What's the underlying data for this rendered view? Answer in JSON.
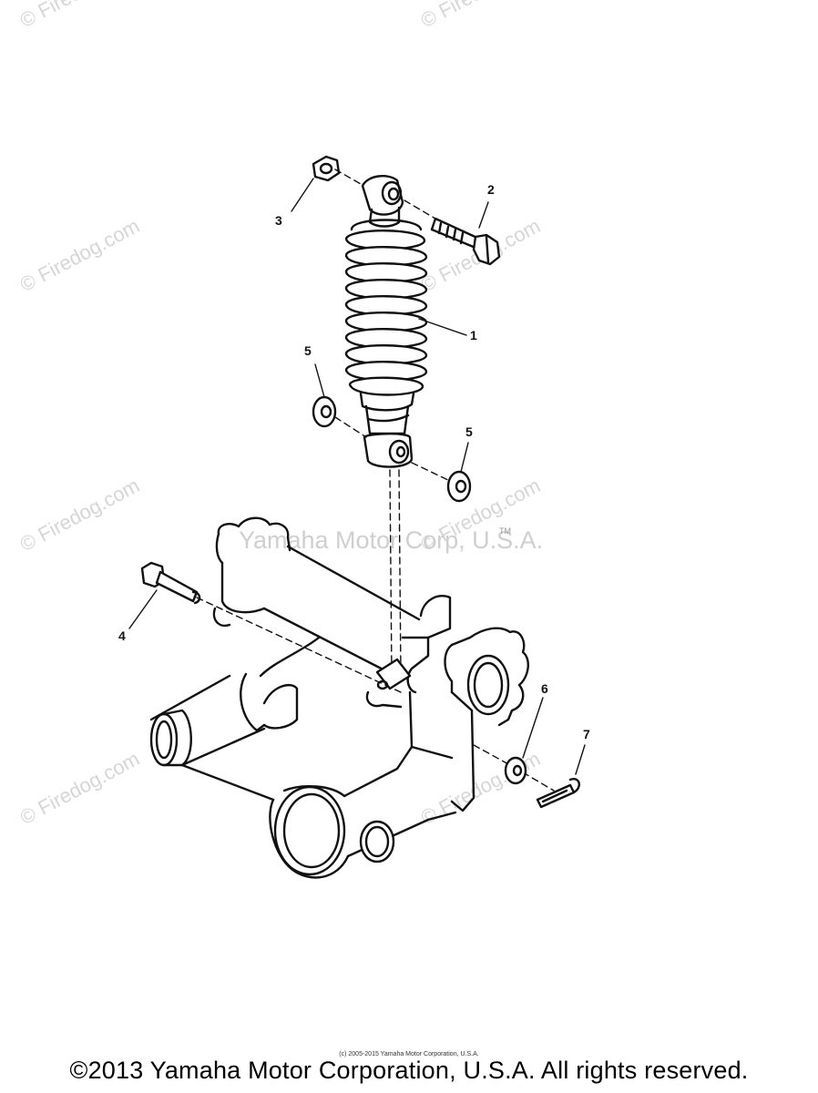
{
  "watermarks": {
    "firedog": "© Firedog.com",
    "corp": "Yamaha Motor Corp, U.S.A.",
    "tm": "TM"
  },
  "callouts": {
    "c1": "1",
    "c2": "2",
    "c3": "3",
    "c4": "4",
    "c5a": "5",
    "c5b": "5",
    "c6": "6",
    "c7": "7"
  },
  "footer": {
    "small_copyright": "(c) 2005-2015 Yamaha Motor Corporation, U.S.A.",
    "copyright": "©2013 Yamaha Motor Corporation, U.S.A. All rights reserved."
  }
}
